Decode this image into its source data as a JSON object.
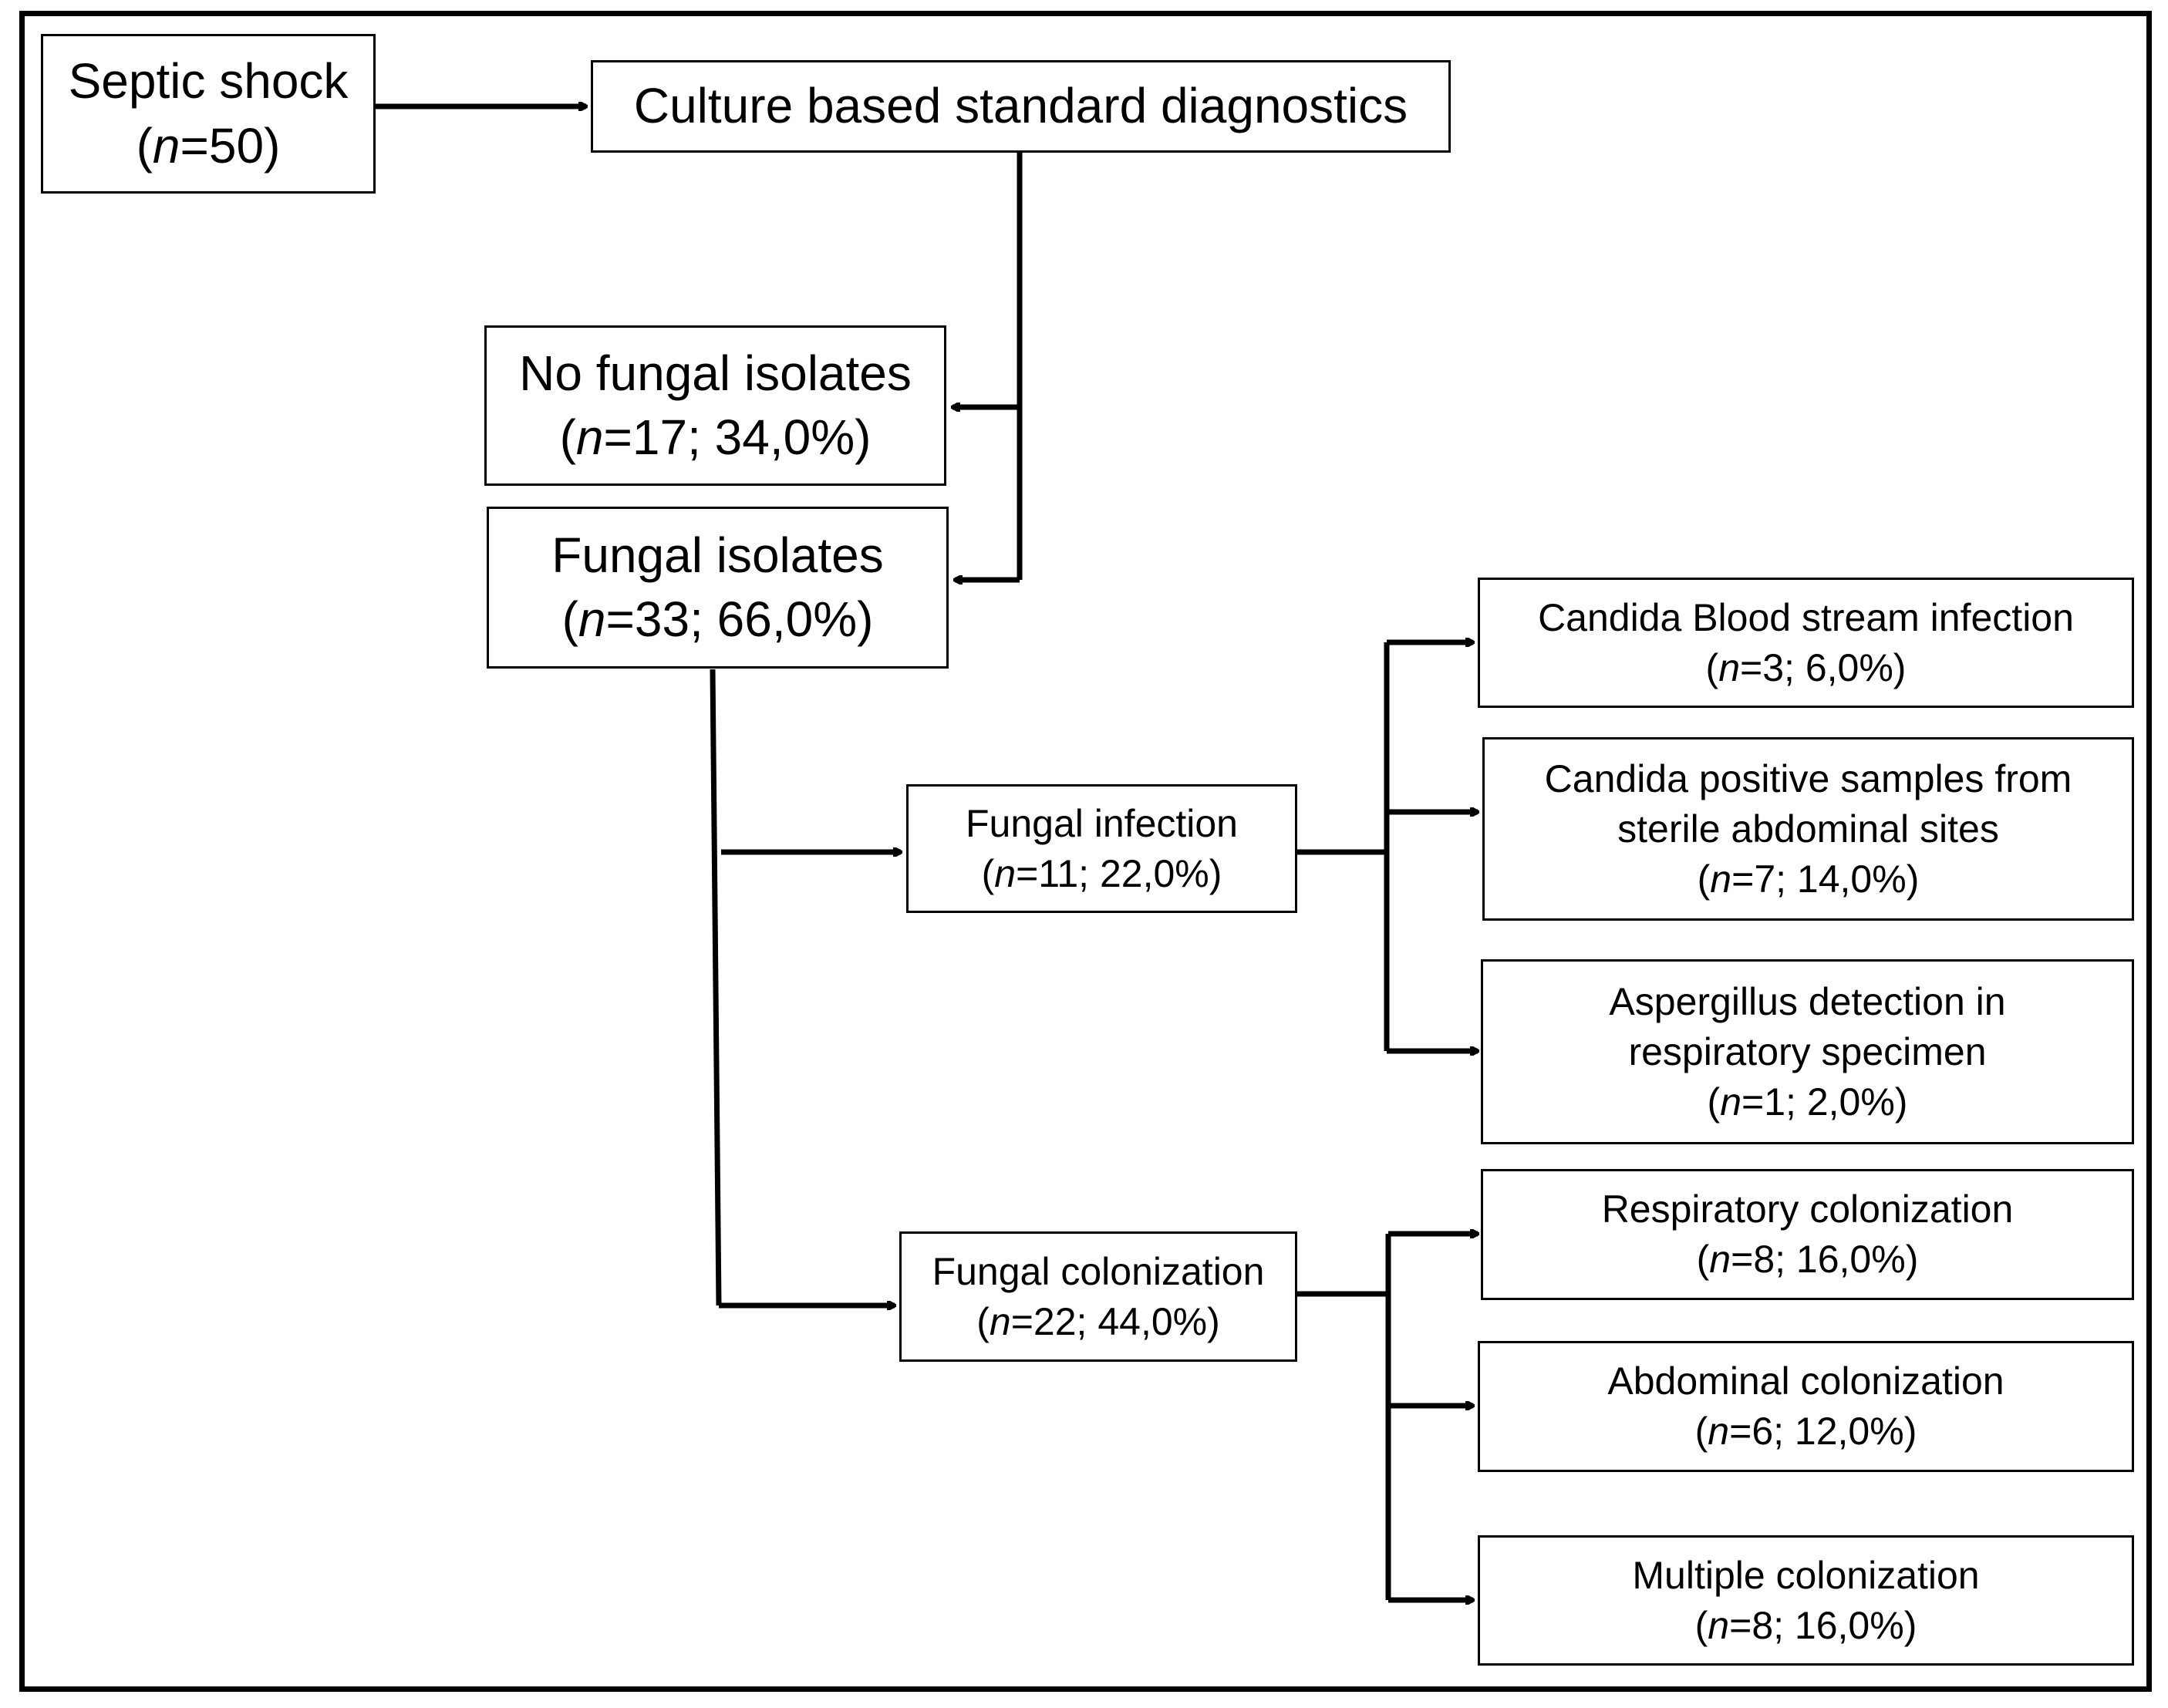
{
  "nodes": {
    "septic_shock": {
      "title": "Septic shock",
      "n": "50",
      "pct": ""
    },
    "culture": {
      "title": "Culture based standard diagnostics"
    },
    "no_fungal": {
      "title": "No fungal isolates",
      "n": "17",
      "pct": "34,0%"
    },
    "fungal_isolates": {
      "title": "Fungal isolates",
      "n": "33",
      "pct": "66,0%"
    },
    "fungal_infection": {
      "title": "Fungal infection",
      "n": "11",
      "pct": "22,0%"
    },
    "fungal_colonization": {
      "title": "Fungal colonization",
      "n": "22",
      "pct": "44,0%"
    },
    "candida_bsi": {
      "title": "Candida Blood stream infection",
      "n": "3",
      "pct": "6,0%"
    },
    "candida_abdominal": {
      "line1": "Candida positive samples from",
      "line2": "sterile abdominal sites",
      "n": "7",
      "pct": "14,0%"
    },
    "aspergillus": {
      "line1": "Aspergillus detection in",
      "line2": "respiratory specimen",
      "n": "1",
      "pct": "2,0%"
    },
    "resp_colonization": {
      "title": "Respiratory colonization",
      "n": "8",
      "pct": "16,0%"
    },
    "abd_colonization": {
      "title": "Abdominal colonization",
      "n": "6",
      "pct": "12,0%"
    },
    "multi_colonization": {
      "title": "Multiple colonization",
      "n": "8",
      "pct": "16,0%"
    }
  },
  "labels": {
    "n_symbol": "n",
    "equals": "=",
    "separator": "; "
  }
}
